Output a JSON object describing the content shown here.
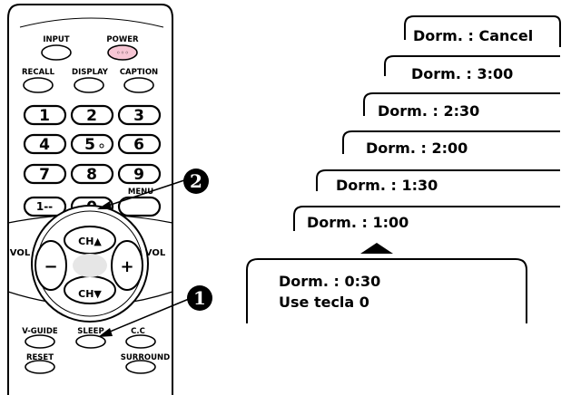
{
  "remote": {
    "top_buttons": [
      "INPUT",
      "POWER"
    ],
    "row2_buttons": [
      "RECALL",
      "DISPLAY",
      "CAPTION"
    ],
    "number_keys": [
      "1",
      "2",
      "3",
      "4",
      "5",
      "6",
      "7",
      "8",
      "9",
      "1--",
      "0"
    ],
    "menu_label": "MENU",
    "dpad": {
      "ch_up": "CH▲",
      "ch_down": "CH▼",
      "vol_left": "VOL",
      "vol_right": "VOL",
      "minus": "−",
      "plus": "+"
    },
    "bottom_row1": [
      "V-GUIDE",
      "SLEEP",
      "C.C"
    ],
    "bottom_row2": [
      "RESET",
      "SURROUND"
    ]
  },
  "callouts": {
    "first": "1",
    "second": "2"
  },
  "osd": {
    "screens": [
      "Dorm. : Cancel",
      "Dorm. : 3:00",
      "Dorm. : 2:30",
      "Dorm. : 2:00",
      "Dorm. : 1:30",
      "Dorm. : 1:00"
    ],
    "current": {
      "line1": "Dorm. : 0:30",
      "line2": "Use tecla 0"
    }
  },
  "colors": {
    "power_button": "#f6c6d4",
    "dpad_center": "#e6e6e6",
    "line": "#000000"
  }
}
